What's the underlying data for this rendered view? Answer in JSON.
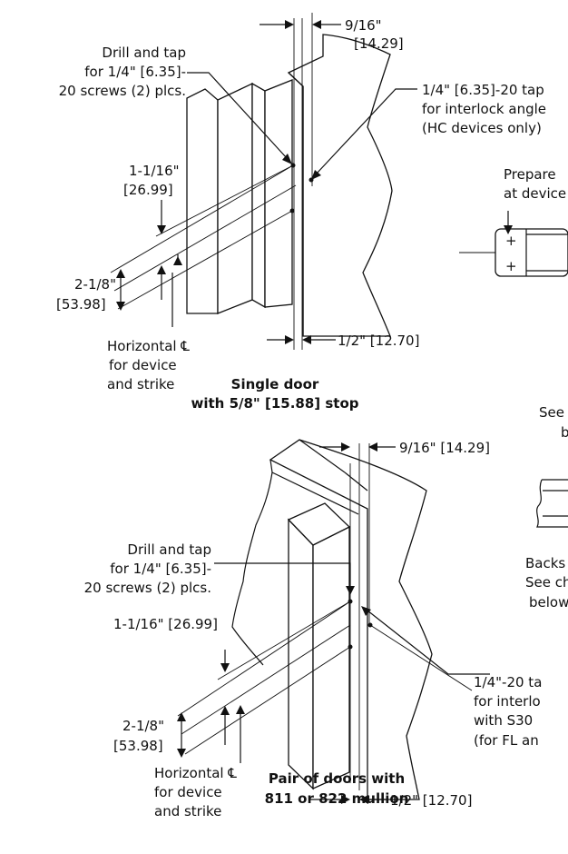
{
  "top": {
    "dim_top_in": "9/16\"",
    "dim_top_mm": "[14.29]",
    "drill_label": [
      "Drill and tap",
      "for 1/4\" [6.35]-",
      "20 screws (2) plcs."
    ],
    "tap_label": [
      "1/4\" [6.35]-20 tap",
      "for interlock angle",
      "(HC devices only)"
    ],
    "dim_1116_in": "1-1/16\"",
    "dim_1116_mm": "[26.99]",
    "dim_218_in": "2-1/8\"",
    "dim_218_mm": "[53.98]",
    "dim_half": "1/2\" [12.70]",
    "centerline_label": [
      "Horizontal ℄",
      "for device",
      "and strike"
    ],
    "caption": [
      "Single door",
      "with 5/8\" [15.88] stop"
    ]
  },
  "right_top": {
    "prepare_label": [
      "Prepare",
      "at device"
    ],
    "plus": "+"
  },
  "right_mid": {
    "see_label": [
      "See",
      "b"
    ],
    "backset_label": [
      "Backs",
      "See ch",
      "below"
    ]
  },
  "bottom": {
    "dim_top": "9/16\" [14.29]",
    "drill_label": [
      "Drill and tap",
      "for 1/4\" [6.35]-",
      "20 screws (2) plcs."
    ],
    "dim_1116": "1-1/16\" [26.99]",
    "dim_218_in": "2-1/8\"",
    "dim_218_mm": "[53.98]",
    "dim_half": "1/2\" [12.70]",
    "tap_label": [
      "1/4\"-20 ta",
      "for interlo",
      "with S30",
      "(for FL an"
    ],
    "centerline_label": [
      "Horizontal ℄",
      "for device",
      "and strike"
    ],
    "caption": [
      "Pair of  doors with",
      "811 or 822 mullion"
    ]
  }
}
